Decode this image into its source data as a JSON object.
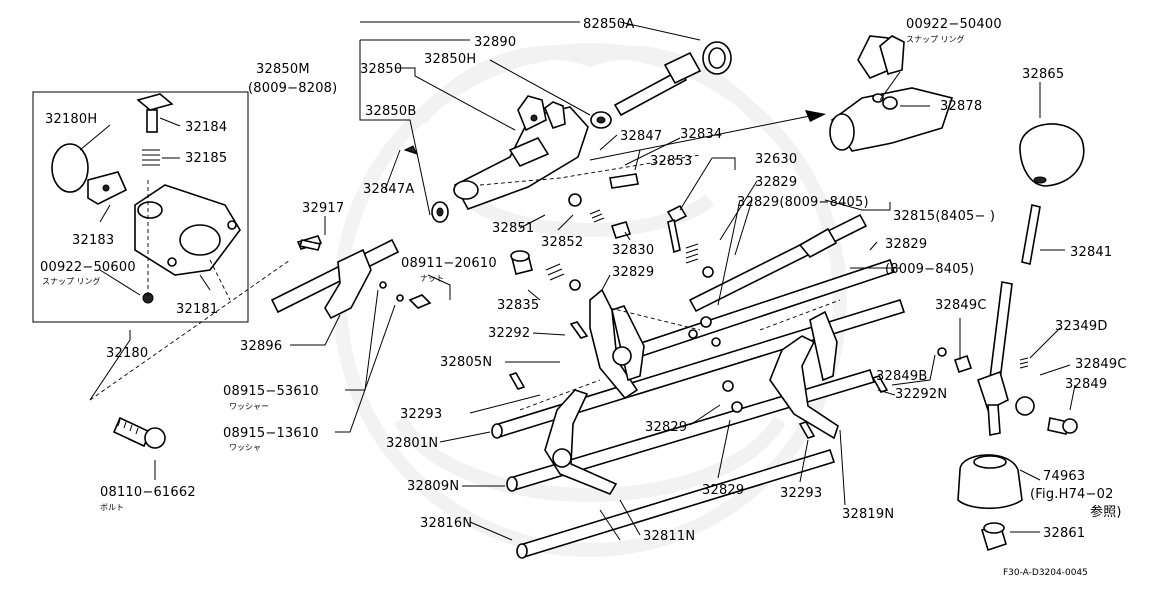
{
  "labels": {
    "p82850a": "82850A",
    "p32890": "32890",
    "p32850m": "32850M",
    "p8009_8208": "(8009−8208)",
    "p32850": "32850",
    "p32850h": "32850H",
    "p32850b": "32850B",
    "p00922_50400": "00922−50400",
    "p00922_sub": "スナップ リング",
    "p32878": "32878",
    "p32865": "32865",
    "p32180h": "32180H",
    "p32184": "32184",
    "p32185": "32185",
    "p32183": "32183",
    "p00922_50600": "00922−50600",
    "p00922_50600_sub": "スナップ リング",
    "p32181": "32181",
    "p32180": "32180",
    "p32847": "32847",
    "p32847a": "32847A",
    "p32834": "32834",
    "p32853": "32853",
    "p32630": "32630",
    "p32829a": "32829",
    "p32829_8009": "32829(8009−8405)",
    "p32815": "32815(8405−  )",
    "p32917": "32917",
    "p32851": "32851",
    "p32852": "32852",
    "p32830": "32830",
    "p32829b": "32829",
    "p8009_8405": "(8009−8405)",
    "p32841": "32841",
    "p08911": "08911−20610",
    "p08911_sub": "ナット",
    "p32829c": "32829",
    "p32835": "32835",
    "p32292": "32292",
    "p32896": "32896",
    "p32849c_a": "32849C",
    "p323490": "32349D",
    "p32849c_b": "32849C",
    "p32849": "32849",
    "p32805n": "32805N",
    "p32849b": "32849B",
    "p32292n": "32292N",
    "p08915_53610": "08915−53610",
    "p08915_53610_sub": "ワッシャー",
    "p08915_13610": "08915−13610",
    "p08915_13610_sub": "ワッシャ",
    "p32293a": "32293",
    "p32801n": "32801N",
    "p32829d": "32829",
    "p74963": "74963",
    "p74963_ref": "(Fig.H74−02",
    "p74963_ref2": "参照)",
    "p08110": "08110−61662",
    "p08110_sub": "ボルト",
    "p32809n": "32809N",
    "p32829e": "32829",
    "p32293b": "32293",
    "p32819n": "32819N",
    "p32816n": "32816N",
    "p32811n": "32811N",
    "p32861": "32861",
    "diagram_code": "F30-A-D3204-0045"
  }
}
